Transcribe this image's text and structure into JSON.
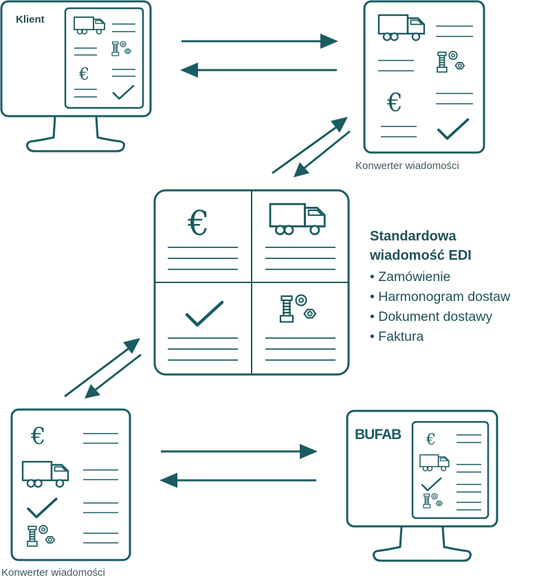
{
  "colors": {
    "stroke": "#1a5c61",
    "text": "#1f5259",
    "muted": "#3f5a5e",
    "background": "#ffffff"
  },
  "client": {
    "label": "Klient"
  },
  "converter_top": {
    "label": "Konwerter wiadomości"
  },
  "converter_bottom": {
    "label": "Konwerter wiadomości"
  },
  "supplier": {
    "brand": "BUFAB"
  },
  "edi": {
    "title_line1": "Standardowa",
    "title_line2": "wiadomość EDI",
    "items": [
      "• Zamówienie",
      "• Harmonogram dostaw",
      "• Dokument dostawy",
      "• Faktura"
    ]
  },
  "icons": {
    "truck": "truck-icon",
    "bolt_nut": "bolt-nut-icon",
    "euro": "€",
    "check": "check-icon"
  }
}
